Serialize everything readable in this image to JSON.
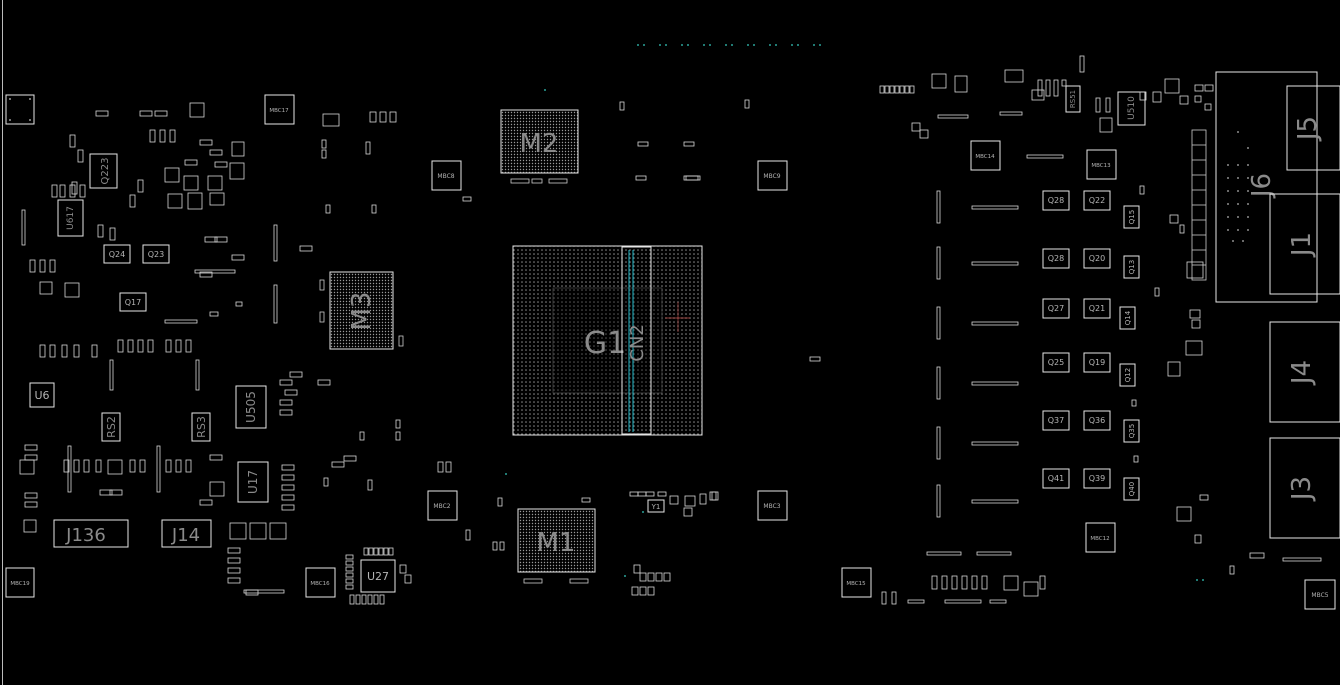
{
  "colors": {
    "background": "#000000",
    "outline": "#e6e6e6",
    "label_large": "#8a8a8a",
    "label_small": "#b4b4b4",
    "pad": "#8c8c8c",
    "accent_cyan": "#22b8c8",
    "accent_teal": "#2aa198",
    "accent_red": "#c0504d"
  },
  "major_labels": {
    "g1": "G1",
    "cn2": "CN2",
    "m1": "M1",
    "m2": "M2",
    "m3": "M3",
    "j1": "J1",
    "j3": "J3",
    "j4": "J4",
    "j5": "J5",
    "j6": "J6",
    "j14": "J14",
    "j136": "J136"
  },
  "vertical_labels": {
    "u17": "U17",
    "u505": "U505",
    "rs2": "RS2",
    "rs3": "RS3",
    "q223": "Q223",
    "u617": "U617",
    "u510": "U510",
    "rs51": "RS51"
  },
  "small_labels": {
    "u6": "U6",
    "u27": "U27",
    "q17": "Q17",
    "q23": "Q23",
    "q24": "Q24",
    "q28a": "Q28",
    "q22": "Q22",
    "q28b": "Q28",
    "q20": "Q20",
    "q27": "Q27",
    "q21": "Q21",
    "q25": "Q25",
    "q19": "Q19",
    "q37": "Q37",
    "q36": "Q36",
    "q41": "Q41",
    "q39": "Q39",
    "q15": "Q15",
    "q13": "Q13",
    "q14": "Q14",
    "q12": "Q12",
    "q35": "Q35",
    "q40": "Q40",
    "y1": "Y1"
  },
  "mbc_labels": {
    "mbc8": "MBC8",
    "mbc9": "MBC9",
    "mbc2": "MBC2",
    "mbc3": "MBC3",
    "mbc14": "MBC14",
    "mbc13": "MBC13",
    "mbc12": "MBC12",
    "mbc5": "MBC5",
    "mbc15": "MBC15",
    "mbc16": "MBC16",
    "mbc17": "MBC17",
    "mbc19": "MBC19"
  }
}
